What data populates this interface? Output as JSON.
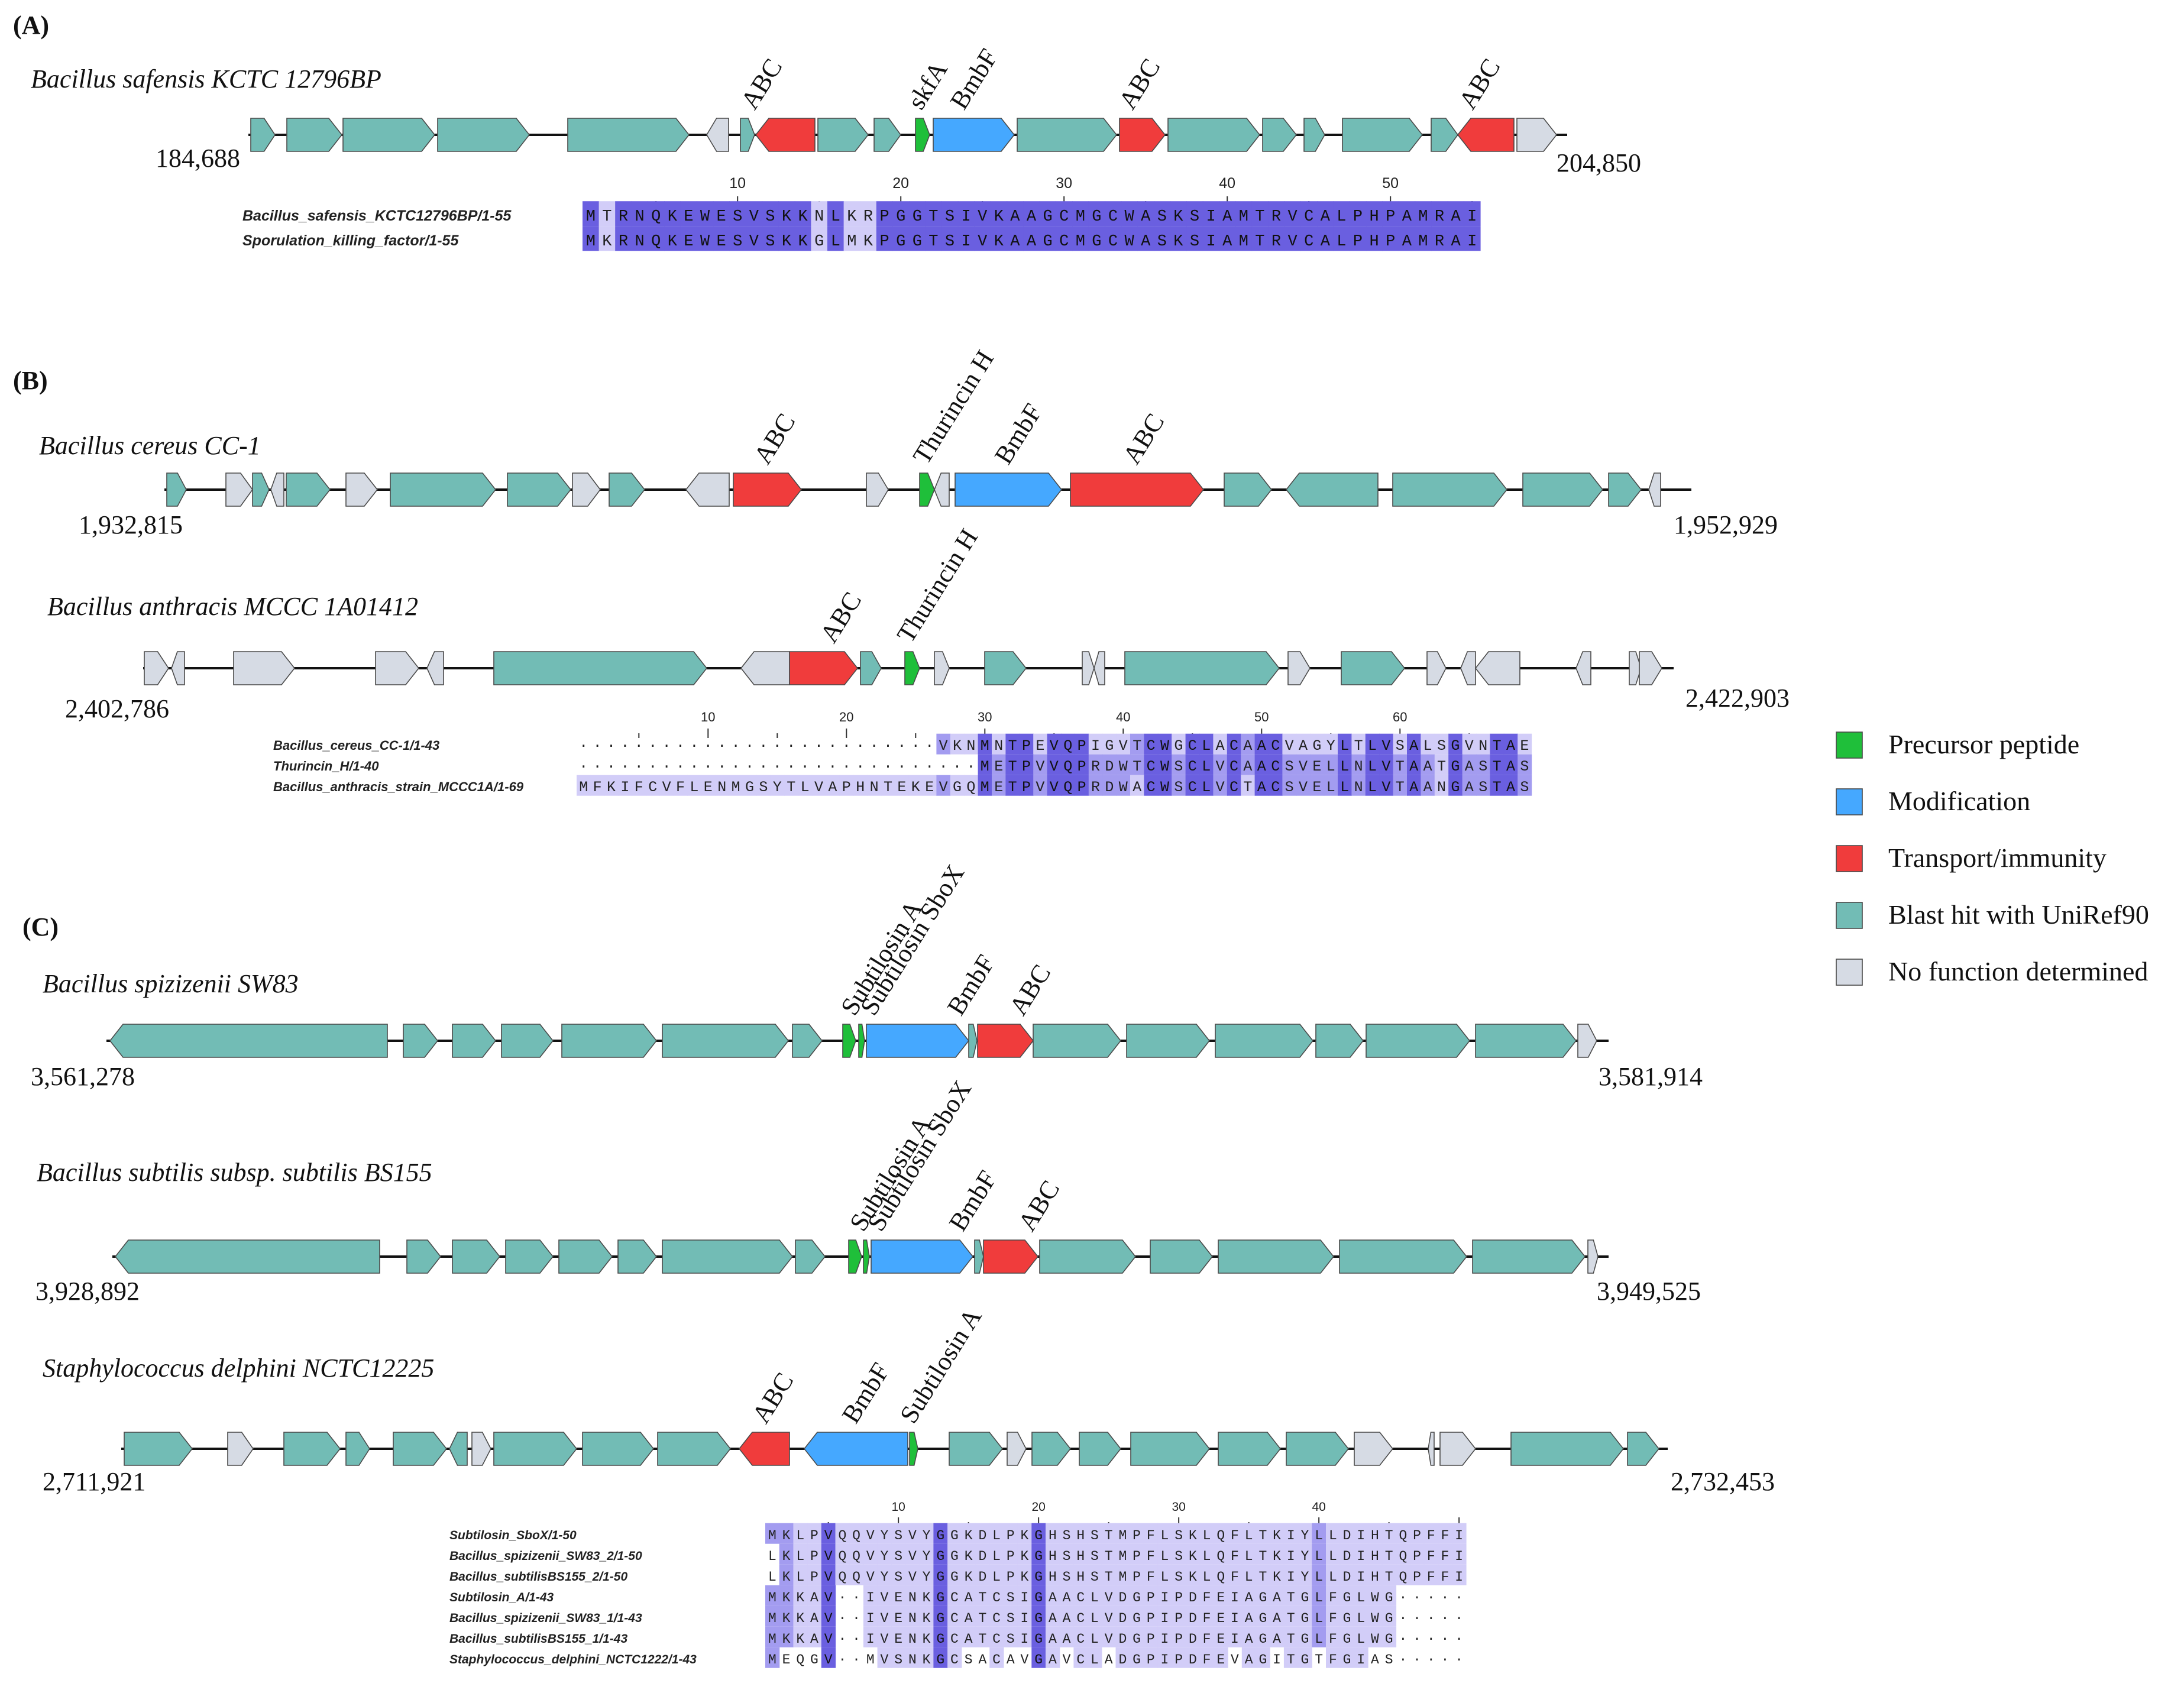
{
  "colors": {
    "precursor": "#1fbf3a",
    "modification": "#45a8ff",
    "transport": "#f03c3c",
    "blast": "#72bcb5",
    "nofunc": "#d6dbe4",
    "aln_dark": "#6a5fe0",
    "aln_mid": "#a39cf0",
    "aln_light": "#d2cdf8",
    "edge": "#4a4a4a"
  },
  "legend": [
    {
      "label": "Precursor peptide",
      "cls": "precursor"
    },
    {
      "label": "Modification",
      "cls": "modification"
    },
    {
      "label": "Transport/immunity",
      "cls": "transport"
    },
    {
      "label": "Blast hit with UniRef90",
      "cls": "blast"
    },
    {
      "label": "No function determined",
      "cls": "nofunc"
    }
  ],
  "panels": [
    {
      "label": "(A)",
      "clusters": [
        {
          "name": "Bacillus safensis KCTC 12796BP",
          "start": "184,688",
          "end": "204,850",
          "gene_labels": [
            {
              "text": "ABC",
              "gene": 10
            },
            {
              "text": "skfA",
              "gene": 13
            },
            {
              "text": "BmbF",
              "gene": 14
            },
            {
              "text": "ABC",
              "gene": 16
            },
            {
              "text": "ABC",
              "gene": 23
            }
          ]
        }
      ],
      "alignment": {
        "ruler": [
          "10",
          "20",
          "30",
          "40",
          "50"
        ],
        "rows": [
          {
            "name": "Bacillus_safensis_KCTC12796BP/1-55",
            "seq": "MTRNQKEWESVSKKNLKRPGGTSIVKAAGCMGCWASKSIAMTRVCALPHPAMRAI"
          },
          {
            "name": "Sporulation_killing_factor/1-55",
            "seq": "MKRNQKEWESVSKKGLMKPGGTSIVKAAGCMGCWASKSIAMTRVCALPHPAMRAI"
          }
        ]
      }
    },
    {
      "label": "(B)",
      "clusters": [
        {
          "name": "Bacillus cereus CC-1",
          "start": "1,932,815",
          "end": "1,952,929",
          "gene_labels": [
            {
              "text": "ABC",
              "gene": 14
            },
            {
              "text": "Thurincin H",
              "gene": 16
            },
            {
              "text": "BmbF",
              "gene": 18
            },
            {
              "text": "ABC",
              "gene": 19
            }
          ]
        },
        {
          "name": "Bacillus anthracis MCCC 1A01412",
          "start": "2,402,786",
          "end": "2,422,903",
          "gene_labels": [
            {
              "text": "ABC",
              "gene": 7
            },
            {
              "text": "Thurincin H",
              "gene": 9
            }
          ]
        }
      ],
      "alignment": {
        "ruler": [
          "10",
          "20",
          "30",
          "40",
          "50",
          "60"
        ],
        "rows": [
          {
            "name": "Bacillus_cereus_CC-1/1-43",
            "seq": "--------------------------VKNMNTPEVQPIGVTCWGCLACAACVAGYLTLVSALSGVNTAE"
          },
          {
            "name": "Thurincin_H/1-40",
            "seq": "-----------------------------METPVVQPRDWTCWSCLVCAACSVELLNLVTAATGASTAS"
          },
          {
            "name": "Bacillus_anthracis_strain_MCCC1A/1-69",
            "seq": "MFKIFCVFLENMGSYTLVAPHNTEKEVGQMETPVVQPRDWACWSCLVCTACSVELLNLVTAANGASTAS"
          }
        ]
      }
    },
    {
      "label": "(C)",
      "clusters": [
        {
          "name": "Bacillus  spizizenii SW83",
          "start": "3,561,278",
          "end": "3,581,914",
          "gene_labels": [
            {
              "text": "Subtilosin A",
              "gene": 8
            },
            {
              "text": "Subtilosin SboX",
              "gene": 9
            },
            {
              "text": "BmbF",
              "gene": 10
            },
            {
              "text": "ABC",
              "gene": 12
            }
          ]
        },
        {
          "name": "Bacillus subtilis subsp. subtilis BS155",
          "start": "3,928,892",
          "end": "3,949,525",
          "gene_labels": [
            {
              "text": "Subtilosin A",
              "gene": 8
            },
            {
              "text": "Subtilosin SboX",
              "gene": 9
            },
            {
              "text": "BmbF",
              "gene": 10
            },
            {
              "text": "ABC",
              "gene": 11
            }
          ]
        },
        {
          "name": "Staphylococcus delphini NCTC12225",
          "start": "2,711,921",
          "end": "2,732,453",
          "gene_labels": [
            {
              "text": "ABC",
              "gene": 11
            },
            {
              "text": "BmbF",
              "gene": 12
            },
            {
              "text": "Subtilosin A",
              "gene": 13
            }
          ]
        }
      ],
      "alignment": {
        "ruler": [
          "10",
          "20",
          "30",
          "40"
        ],
        "rows": [
          {
            "name": "Subtilosin_SboX/1-50",
            "seq": "MKLPVQQVYSVYGGKDLPKGHSHSTMPFLSKLQFLTKIYLLDIHTQPFFI"
          },
          {
            "name": "Bacillus_spizizenii_SW83_2/1-50",
            "seq": "LKLPVQQVYSVYGGKDLPKGHSHSTMPFLSKLQFLTKIYLLDIHTQPFFI"
          },
          {
            "name": "Bacillus_subtilisBS155_2/1-50",
            "seq": "LKLPVQQVYSVYGGKDLPKGHSHSTMPFLSKLQFLTKIYLLDIHTQPFFI"
          },
          {
            "name": "Subtilosin_A/1-43",
            "seq": "MKKAV--IVENKGCATCSIGAACLVDGPIPDFEIAGATGLFGLWG-----"
          },
          {
            "name": "Bacillus_spizizenii_SW83_1/1-43",
            "seq": "MKKAV--IVENKGCATCSIGAACLVDGPIPDFEIAGATGLFGLWG-----"
          },
          {
            "name": "Bacillus_subtilisBS155_1/1-43",
            "seq": "MKKAV--IVENKGCATCSIGAACLVDGPIPDFEIAGATGLFGLWG-----"
          },
          {
            "name": "Staphylococcus_delphini_NCTC1222/1-43",
            "seq": "MEQGV--MVSNKGCSACAVGAVCLADGPIPDFEVAGITGTFGIAS-----"
          }
        ]
      }
    }
  ]
}
